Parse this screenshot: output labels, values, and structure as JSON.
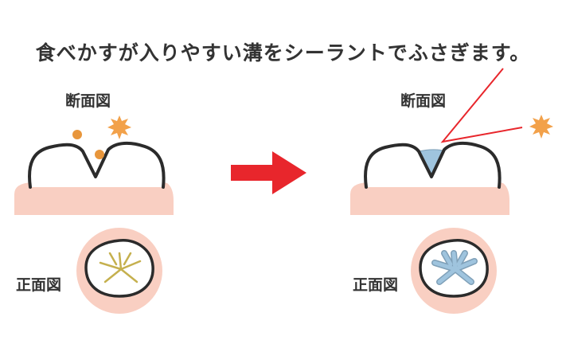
{
  "caption": "食べかすが入りやすい溝をシーラントでふさぎます。",
  "labels": {
    "cross_section_before": "断面図",
    "cross_section_after": "断面図",
    "front_view_before": "正面図",
    "front_view_after": "正面図"
  },
  "colors": {
    "gum": "#f9cfc2",
    "tooth_outline": "#2b2b2b",
    "food_particle": "#e8963c",
    "spark": "#f2a14a",
    "arrow": "#e8262c",
    "groove_before": "#c5b04e",
    "sealant": "#9fc4de",
    "sealant_outline": "#7fa0b8",
    "text": "#333333"
  },
  "icons": {
    "transition": "right-arrow-icon",
    "impact": "spark-icon"
  }
}
